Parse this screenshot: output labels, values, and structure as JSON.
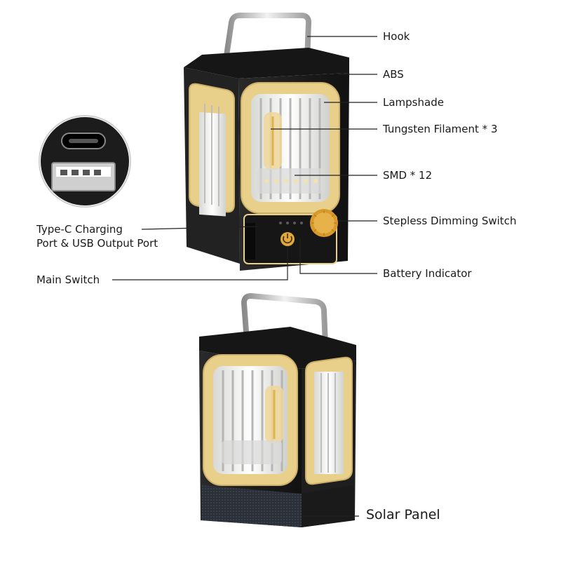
{
  "labels": {
    "hook": "Hook",
    "abs": "ABS",
    "lampshade": "Lampshade",
    "tungsten": "Tungsten Filament * 3",
    "smd": "SMD * 12",
    "dimming": "Stepless Dimming Switch",
    "battery": "Battery Indicator",
    "typec_line1": "Type-C Charging",
    "typec_line2": "Port & USB Output Port",
    "main_switch": "Main Switch",
    "solar": "Solar Panel"
  },
  "colors": {
    "body": "#1c1c1c",
    "frame": "#e8cf8a",
    "frame_edge": "#cdb06a",
    "handle": "#c9c9c9",
    "knob": "#e0a93a",
    "glass": "#f4f4f0",
    "bulb": "#f0d79a",
    "leader": "#222222"
  },
  "icons": [
    "power-icon",
    "usb-c-port-icon",
    "usb-a-port-icon"
  ]
}
